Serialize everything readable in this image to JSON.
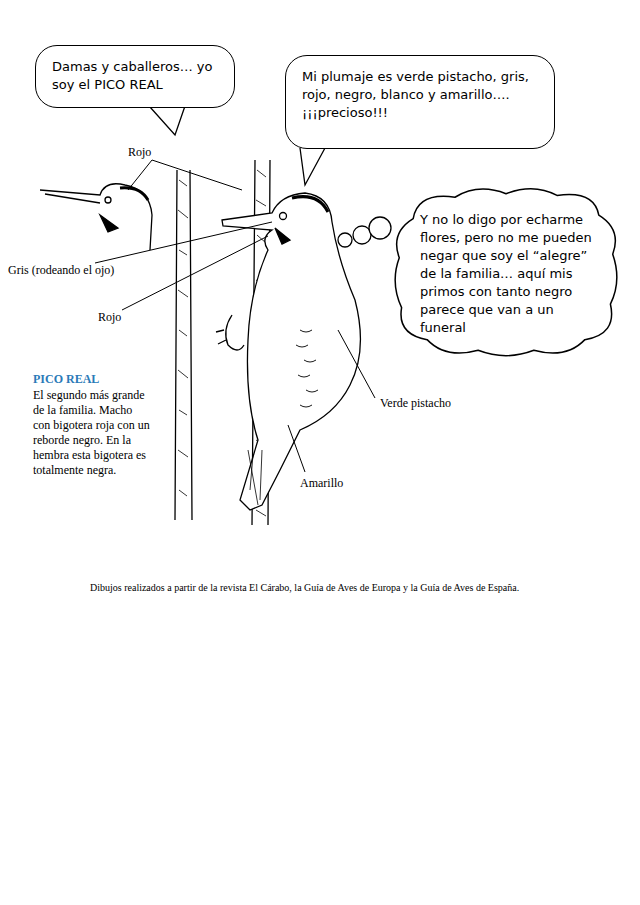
{
  "diagram": {
    "caption": "Dibujos realizados a partir de la revista El Cárabo, la Guía de Aves de Europa y la Guía de Aves de España.",
    "nodes": [
      {
        "text": [
          "Damas y caballeros… yo soy el PICO REAL"
        ]
      },
      {
        "text": [
          "Mi plumaje es verde pistacho, gris, rojo, negro, blanco y amarillo…. ¡¡¡precioso!!!"
        ]
      },
      {
        "text": [
          "Y no lo digo por echarme flores, pero no me pueden negar que soy el “alegre” de la familia… aquí mis primos con tanto negro parece que van a un funeral"
        ]
      }
    ],
    "labels": [
      "Rojo",
      "Gris (rodeando el ojo)",
      "Rojo",
      "Verde pistacho",
      "Amarillo",
      "PICO REAL",
      "El segundo más grande de la familia. Macho con bigotera roja con un reborde negro. En la hembra esta bigotera es totalmente negra."
    ]
  }
}
